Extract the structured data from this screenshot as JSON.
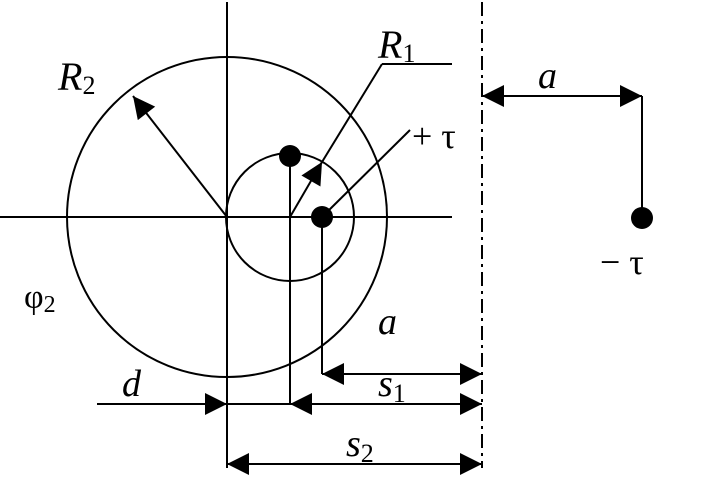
{
  "labels": {
    "R2_main": "R",
    "R2_sub": "2",
    "R1_main": "R",
    "R1_sub": "1",
    "plus_tau": "+ τ",
    "a_top": "a",
    "minus_tau": "− τ",
    "phi2_main": "φ",
    "phi2_sub": "2",
    "a_lower": "a",
    "d": "d",
    "s1_main": "s",
    "s1_sub": "1",
    "s2_main": "s",
    "s2_sub": "2"
  },
  "colors": {
    "stroke": "#000000",
    "background": "#ffffff"
  }
}
